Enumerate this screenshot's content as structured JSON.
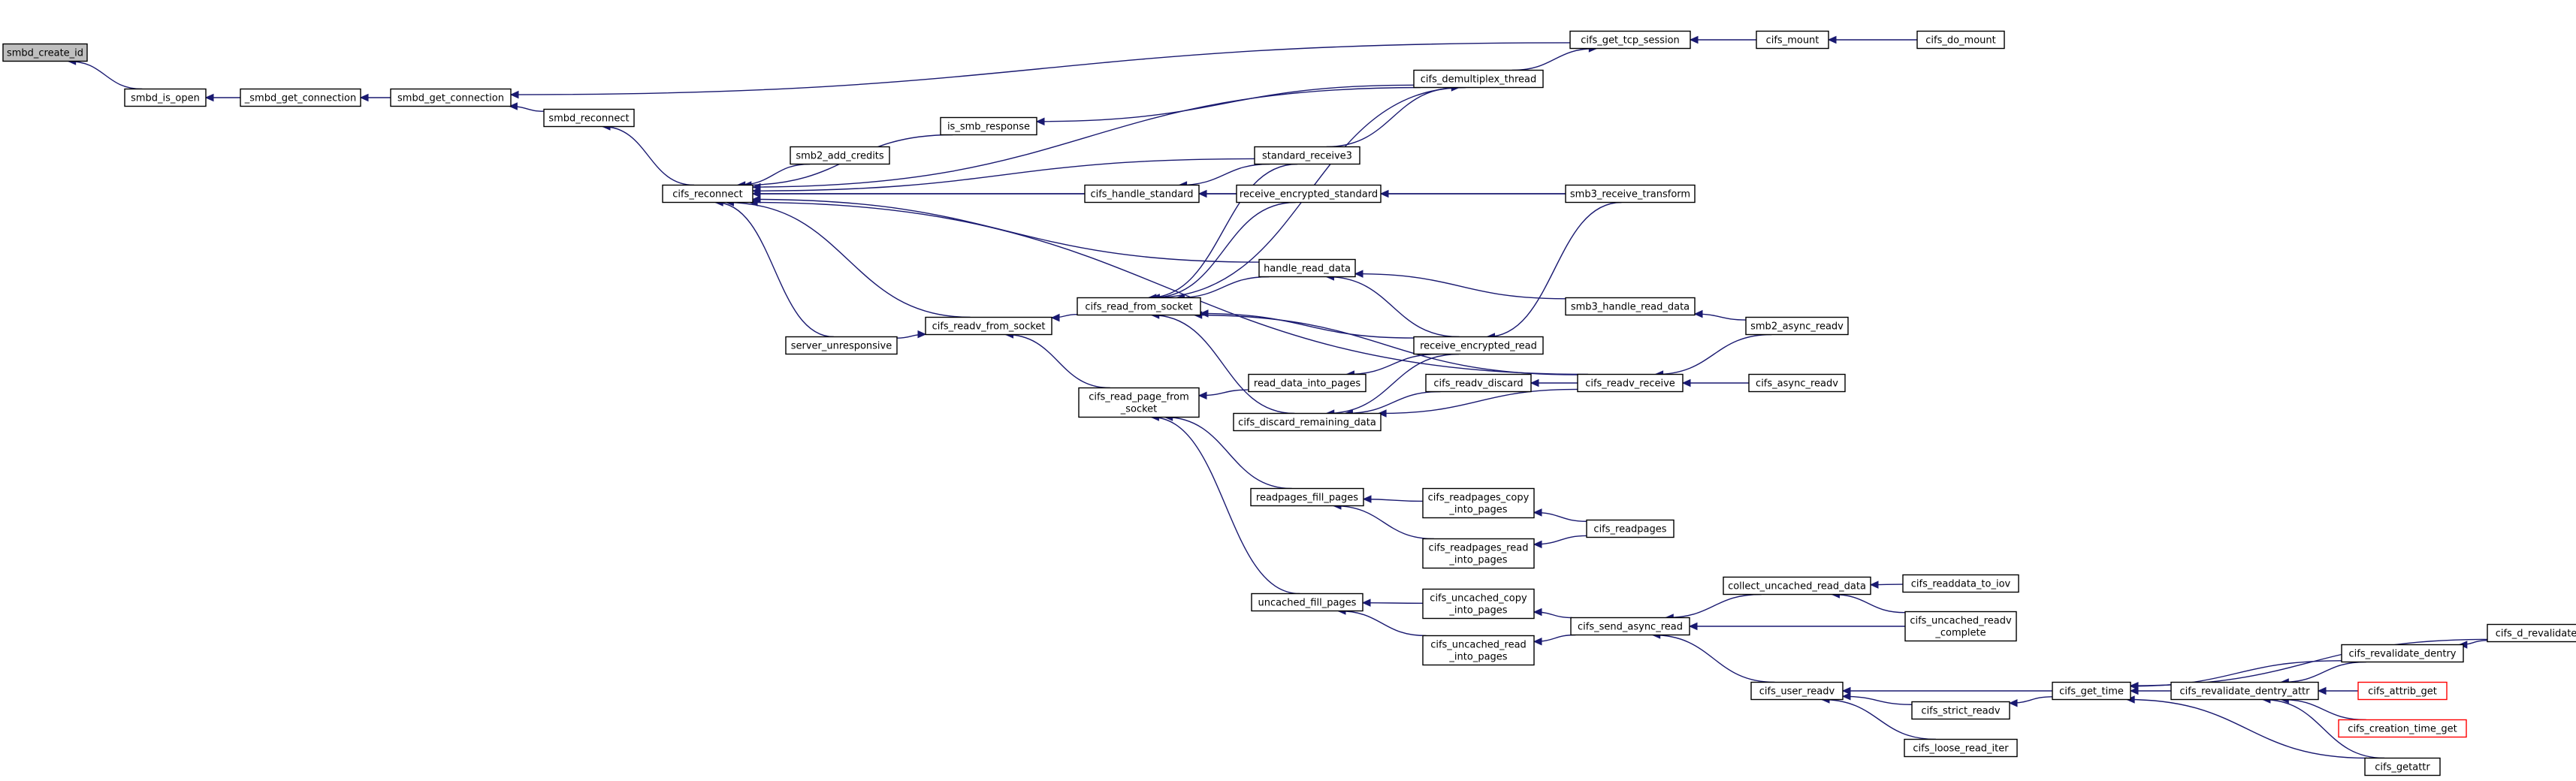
{
  "nodes": [
    {
      "id": "smbd_create_id",
      "lines": [
        "smbd_create_id"
      ],
      "root": true
    },
    {
      "id": "smbd_is_open",
      "lines": [
        "smbd_is_open"
      ]
    },
    {
      "id": "_smbd_get_connection",
      "lines": [
        "_smbd_get_connection"
      ]
    },
    {
      "id": "smbd_get_connection",
      "lines": [
        "smbd_get_connection"
      ]
    },
    {
      "id": "smbd_reconnect",
      "lines": [
        "smbd_reconnect"
      ]
    },
    {
      "id": "cifs_reconnect",
      "lines": [
        "cifs_reconnect"
      ]
    },
    {
      "id": "is_smb_response",
      "lines": [
        "is_smb_response"
      ]
    },
    {
      "id": "smb2_add_credits",
      "lines": [
        "smb2_add_credits"
      ]
    },
    {
      "id": "cifs_handle_standard",
      "lines": [
        "cifs_handle_standard"
      ]
    },
    {
      "id": "server_unresponsive",
      "lines": [
        "server_unresponsive"
      ]
    },
    {
      "id": "cifs_readv_from_socket",
      "lines": [
        "cifs_readv_from_socket"
      ]
    },
    {
      "id": "cifs_read_from_socket",
      "lines": [
        "cifs_read_from_socket"
      ]
    },
    {
      "id": "cifs_read_page_from_socket",
      "lines": [
        "cifs_read_page_from",
        "_socket"
      ]
    },
    {
      "id": "cifs_get_tcp_session",
      "lines": [
        "cifs_get_tcp_session"
      ]
    },
    {
      "id": "cifs_mount",
      "lines": [
        "cifs_mount"
      ]
    },
    {
      "id": "cifs_do_mount",
      "lines": [
        "cifs_do_mount"
      ]
    },
    {
      "id": "cifs_demultiplex_thread",
      "lines": [
        "cifs_demultiplex_thread"
      ]
    },
    {
      "id": "standard_receive3",
      "lines": [
        "standard_receive3"
      ]
    },
    {
      "id": "receive_encrypted_standard",
      "lines": [
        "receive_encrypted_standard"
      ]
    },
    {
      "id": "smb3_receive_transform",
      "lines": [
        "smb3_receive_transform"
      ]
    },
    {
      "id": "handle_read_data",
      "lines": [
        "handle_read_data"
      ]
    },
    {
      "id": "smb3_handle_read_data",
      "lines": [
        "smb3_handle_read_data"
      ]
    },
    {
      "id": "smb2_async_readv",
      "lines": [
        "smb2_async_readv"
      ]
    },
    {
      "id": "receive_encrypted_read",
      "lines": [
        "receive_encrypted_read"
      ]
    },
    {
      "id": "read_data_into_pages",
      "lines": [
        "read_data_into_pages"
      ]
    },
    {
      "id": "cifs_readv_discard",
      "lines": [
        "cifs_readv_discard"
      ]
    },
    {
      "id": "cifs_discard_remaining_data",
      "lines": [
        "cifs_discard_remaining_data"
      ]
    },
    {
      "id": "cifs_readv_receive",
      "lines": [
        "cifs_readv_receive"
      ]
    },
    {
      "id": "cifs_async_readv",
      "lines": [
        "cifs_async_readv"
      ]
    },
    {
      "id": "readpages_fill_pages",
      "lines": [
        "readpages_fill_pages"
      ]
    },
    {
      "id": "cifs_readpages_copy_into_pages",
      "lines": [
        "cifs_readpages_copy",
        "_into_pages"
      ]
    },
    {
      "id": "cifs_readpages_read_into_pages",
      "lines": [
        "cifs_readpages_read",
        "_into_pages"
      ]
    },
    {
      "id": "cifs_readpages",
      "lines": [
        "cifs_readpages"
      ]
    },
    {
      "id": "uncached_fill_pages",
      "lines": [
        "uncached_fill_pages"
      ]
    },
    {
      "id": "cifs_uncached_copy_into_pages",
      "lines": [
        "cifs_uncached_copy",
        "_into_pages"
      ]
    },
    {
      "id": "cifs_uncached_read_into_pages",
      "lines": [
        "cifs_uncached_read",
        "_into_pages"
      ]
    },
    {
      "id": "cifs_send_async_read",
      "lines": [
        "cifs_send_async_read"
      ]
    },
    {
      "id": "collect_uncached_read_data",
      "lines": [
        "collect_uncached_read_data"
      ]
    },
    {
      "id": "cifs_readdata_to_iov",
      "lines": [
        "cifs_readdata_to_iov"
      ]
    },
    {
      "id": "cifs_uncached_readv_complete",
      "lines": [
        "cifs_uncached_readv",
        "_complete"
      ]
    },
    {
      "id": "cifs_user_readv",
      "lines": [
        "cifs_user_readv"
      ]
    },
    {
      "id": "cifs_strict_readv",
      "lines": [
        "cifs_strict_readv"
      ]
    },
    {
      "id": "cifs_loose_read_iter",
      "lines": [
        "cifs_loose_read_iter"
      ]
    },
    {
      "id": "cifs_get_time",
      "lines": [
        "cifs_get_time"
      ]
    },
    {
      "id": "cifs_revalidate_dentry_attr",
      "lines": [
        "cifs_revalidate_dentry_attr"
      ]
    },
    {
      "id": "cifs_revalidate_dentry",
      "lines": [
        "cifs_revalidate_dentry"
      ]
    },
    {
      "id": "cifs_d_revalidate",
      "lines": [
        "cifs_d_revalidate"
      ]
    },
    {
      "id": "cifs_attrib_get",
      "lines": [
        "cifs_attrib_get"
      ],
      "truncated": true
    },
    {
      "id": "cifs_creation_time_get",
      "lines": [
        "cifs_creation_time_get"
      ],
      "truncated": true
    },
    {
      "id": "cifs_getattr",
      "lines": [
        "cifs_getattr"
      ]
    }
  ],
  "edges": [
    [
      "smbd_is_open",
      "smbd_create_id"
    ],
    [
      "_smbd_get_connection",
      "smbd_is_open"
    ],
    [
      "smbd_get_connection",
      "_smbd_get_connection"
    ],
    [
      "smbd_reconnect",
      "smbd_get_connection"
    ],
    [
      "cifs_get_tcp_session",
      "smbd_get_connection"
    ],
    [
      "cifs_reconnect",
      "smbd_reconnect"
    ],
    [
      "is_smb_response",
      "cifs_reconnect"
    ],
    [
      "smb2_add_credits",
      "cifs_reconnect"
    ],
    [
      "cifs_handle_standard",
      "cifs_reconnect"
    ],
    [
      "server_unresponsive",
      "cifs_reconnect"
    ],
    [
      "cifs_readv_from_socket",
      "cifs_reconnect"
    ],
    [
      "cifs_demultiplex_thread",
      "cifs_reconnect"
    ],
    [
      "standard_receive3",
      "cifs_reconnect"
    ],
    [
      "smb3_receive_transform",
      "cifs_reconnect"
    ],
    [
      "handle_read_data",
      "cifs_reconnect"
    ],
    [
      "cifs_readv_receive",
      "cifs_reconnect"
    ],
    [
      "cifs_mount",
      "cifs_get_tcp_session"
    ],
    [
      "cifs_do_mount",
      "cifs_mount"
    ],
    [
      "cifs_demultiplex_thread",
      "cifs_get_tcp_session"
    ],
    [
      "cifs_demultiplex_thread",
      "is_smb_response"
    ],
    [
      "standard_receive3",
      "cifs_handle_standard"
    ],
    [
      "receive_encrypted_standard",
      "cifs_handle_standard"
    ],
    [
      "standard_receive3",
      "cifs_demultiplex_thread"
    ],
    [
      "smb3_receive_transform",
      "receive_encrypted_standard"
    ],
    [
      "smb3_handle_read_data",
      "handle_read_data"
    ],
    [
      "receive_encrypted_read",
      "handle_read_data"
    ],
    [
      "smb2_async_readv",
      "smb3_handle_read_data"
    ],
    [
      "server_unresponsive",
      "cifs_readv_from_socket"
    ],
    [
      "cifs_read_from_socket",
      "cifs_readv_from_socket"
    ],
    [
      "cifs_read_page_from_socket",
      "cifs_readv_from_socket"
    ],
    [
      "cifs_demultiplex_thread",
      "cifs_read_from_socket"
    ],
    [
      "standard_receive3",
      "cifs_read_from_socket"
    ],
    [
      "receive_encrypted_standard",
      "cifs_read_from_socket"
    ],
    [
      "handle_read_data",
      "cifs_read_from_socket"
    ],
    [
      "receive_encrypted_read",
      "cifs_read_from_socket"
    ],
    [
      "cifs_readv_receive",
      "cifs_read_from_socket"
    ],
    [
      "cifs_discard_remaining_data",
      "cifs_read_from_socket"
    ],
    [
      "smb3_receive_transform",
      "receive_encrypted_read"
    ],
    [
      "read_data_into_pages",
      "cifs_read_page_from_socket"
    ],
    [
      "readpages_fill_pages",
      "cifs_read_page_from_socket"
    ],
    [
      "uncached_fill_pages",
      "cifs_read_page_from_socket"
    ],
    [
      "receive_encrypted_read",
      "read_data_into_pages"
    ],
    [
      "receive_encrypted_read",
      "cifs_discard_remaining_data"
    ],
    [
      "cifs_readv_discard",
      "cifs_discard_remaining_data"
    ],
    [
      "cifs_readv_receive",
      "cifs_discard_remaining_data"
    ],
    [
      "cifs_readv_receive",
      "cifs_readv_discard"
    ],
    [
      "smb2_async_readv",
      "cifs_readv_receive"
    ],
    [
      "cifs_async_readv",
      "cifs_readv_receive"
    ],
    [
      "cifs_readpages_copy_into_pages",
      "readpages_fill_pages"
    ],
    [
      "cifs_readpages_read_into_pages",
      "readpages_fill_pages"
    ],
    [
      "cifs_readpages",
      "cifs_readpages_copy_into_pages"
    ],
    [
      "cifs_readpages",
      "cifs_readpages_read_into_pages"
    ],
    [
      "cifs_uncached_copy_into_pages",
      "uncached_fill_pages"
    ],
    [
      "cifs_uncached_read_into_pages",
      "uncached_fill_pages"
    ],
    [
      "cifs_send_async_read",
      "cifs_uncached_copy_into_pages"
    ],
    [
      "cifs_send_async_read",
      "cifs_uncached_read_into_pages"
    ],
    [
      "collect_uncached_read_data",
      "cifs_send_async_read"
    ],
    [
      "cifs_uncached_readv_complete",
      "cifs_send_async_read"
    ],
    [
      "cifs_user_readv",
      "cifs_send_async_read"
    ],
    [
      "cifs_readdata_to_iov",
      "collect_uncached_read_data"
    ],
    [
      "cifs_uncached_readv_complete",
      "collect_uncached_read_data"
    ],
    [
      "cifs_strict_readv",
      "cifs_user_readv"
    ],
    [
      "cifs_loose_read_iter",
      "cifs_user_readv"
    ],
    [
      "cifs_get_time",
      "cifs_user_readv"
    ],
    [
      "cifs_get_time",
      "cifs_strict_readv"
    ],
    [
      "cifs_revalidate_dentry_attr",
      "cifs_get_time"
    ],
    [
      "cifs_revalidate_dentry",
      "cifs_get_time"
    ],
    [
      "cifs_d_revalidate",
      "cifs_get_time"
    ],
    [
      "cifs_getattr",
      "cifs_get_time"
    ],
    [
      "cifs_revalidate_dentry",
      "cifs_revalidate_dentry_attr"
    ],
    [
      "cifs_attrib_get",
      "cifs_revalidate_dentry_attr"
    ],
    [
      "cifs_creation_time_get",
      "cifs_revalidate_dentry_attr"
    ],
    [
      "cifs_getattr",
      "cifs_revalidate_dentry_attr"
    ],
    [
      "cifs_d_revalidate",
      "cifs_revalidate_dentry"
    ]
  ],
  "colors": {
    "edge": "#191970",
    "root_fill": "#bfbfbf",
    "node_fill": "#ffffff",
    "node_border": "#000000",
    "truncated_border": "#ff0000"
  }
}
